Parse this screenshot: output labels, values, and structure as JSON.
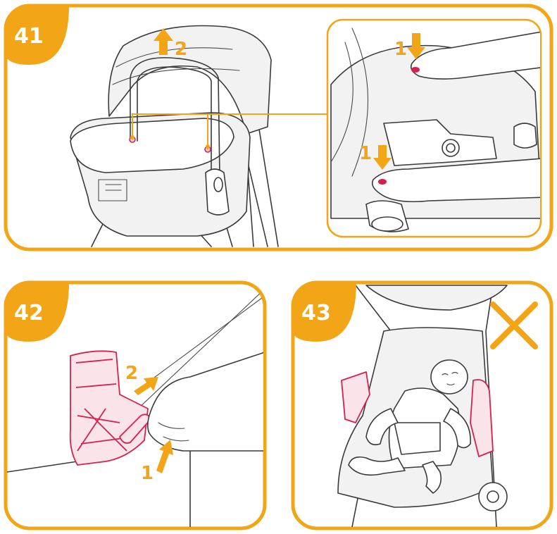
{
  "panels": [
    {
      "number": "41",
      "steps": [
        "2",
        "1",
        "1"
      ]
    },
    {
      "number": "42",
      "steps": [
        "2",
        "1"
      ]
    },
    {
      "number": "43",
      "steps": []
    }
  ],
  "colors": {
    "accent": "#f2a516",
    "highlight": "#d6204e",
    "line": "#3a3a3a"
  },
  "icons": [
    "up-arrow-icon",
    "down-arrow-icon",
    "diagonal-arrow-icon",
    "prohibited-x-icon"
  ]
}
